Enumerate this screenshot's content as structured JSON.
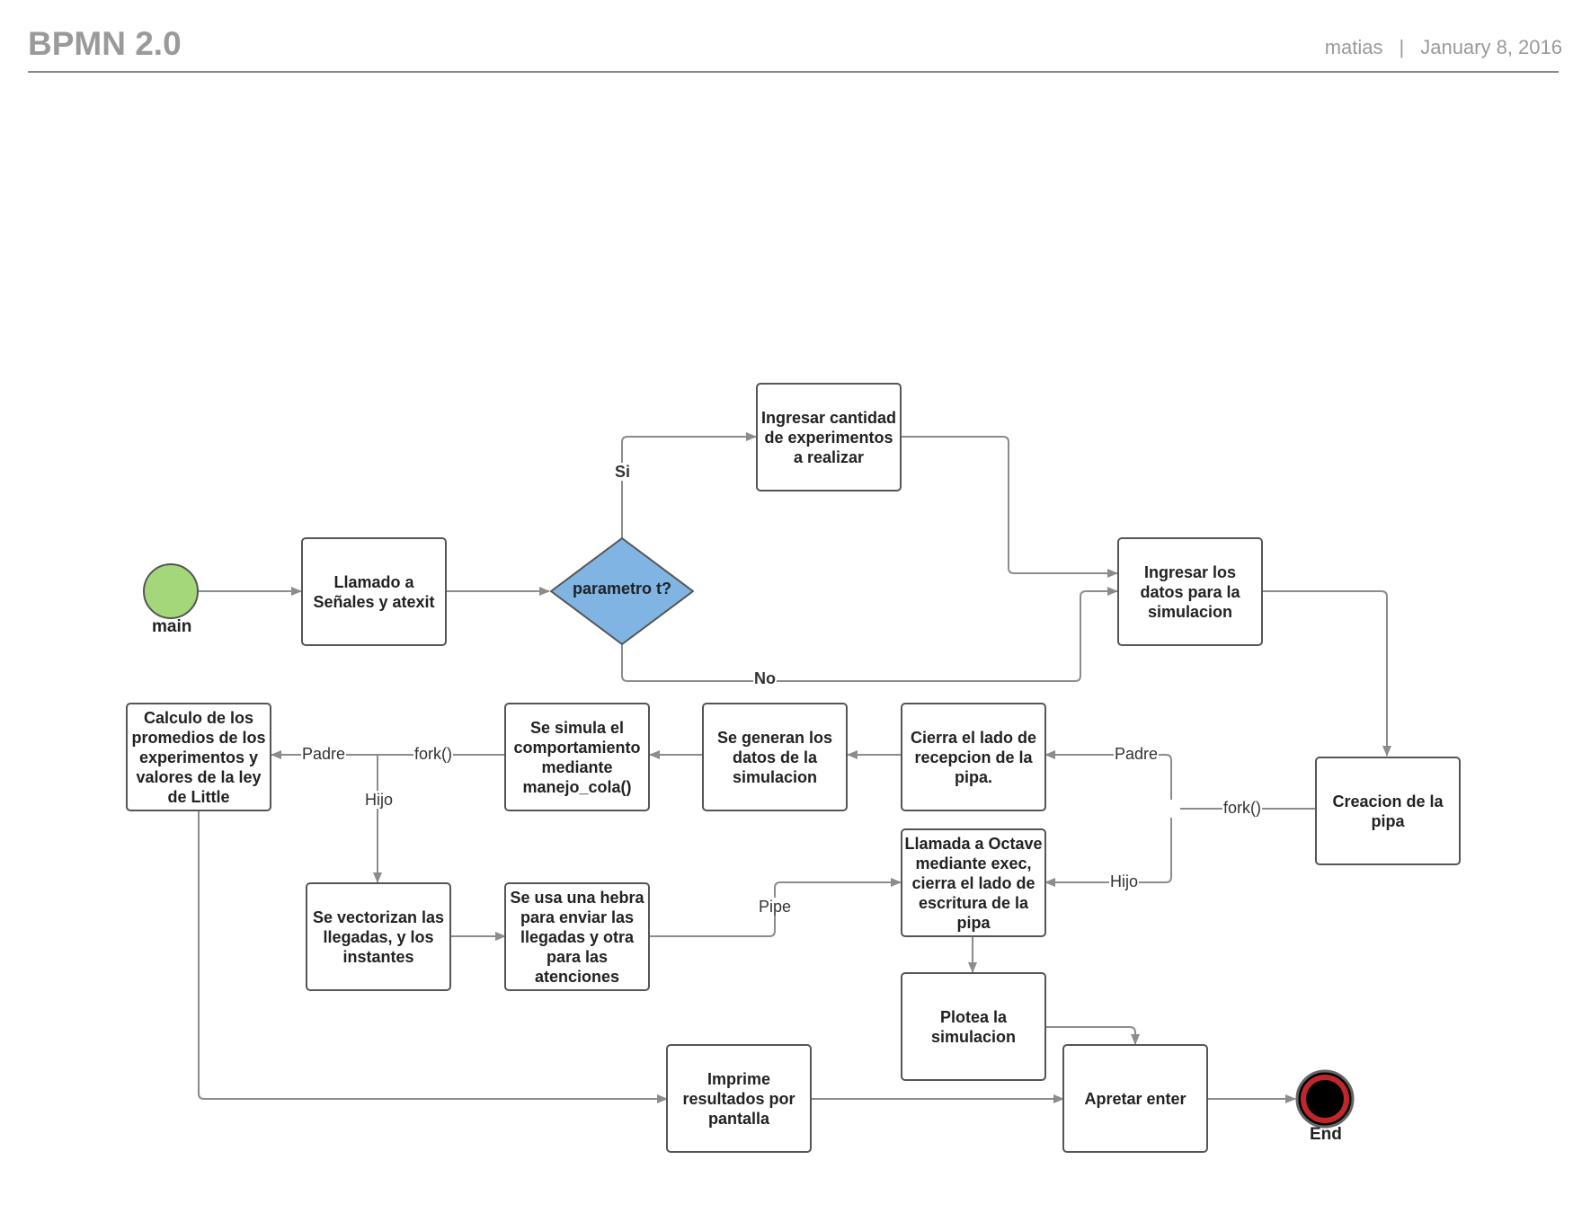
{
  "header": {
    "title": "BPMN 2.0",
    "author": "matias",
    "separator": "|",
    "date": "January 8, 2016"
  },
  "colors": {
    "start_fill": "#a4d67a",
    "gateway_fill": "#7fb4e3",
    "end_ring": "#c0272d",
    "connector": "#8c8c8c"
  },
  "events": {
    "start_label": "main",
    "end_label": "End"
  },
  "gateway": {
    "label": "parametro t?"
  },
  "tasks": {
    "llamado": "Llamado a Señales y atexit",
    "ingresar_cantidad": "Ingresar cantidad de experimentos a realizar",
    "ingresar_datos": "Ingresar los datos para la simulacion",
    "creacion_pipa": "Creacion de la pipa",
    "cierra_recepcion": "Cierra el lado de recepcion de la pipa.",
    "genera_datos": "Se generan los datos de la simulacion",
    "simula": "Se simula el comportamiento mediante manejo_cola()",
    "calculo": "Calculo de los promedios de los experimentos y valores de la ley de Little",
    "vectorizan": "Se vectorizan las llegadas, y los instantes",
    "hebra": "Se usa una hebra para enviar las llegadas y otra para las atenciones",
    "octave": "Llamada a Octave mediante exec, cierra el lado de escritura de la pipa",
    "plotea": "Plotea la simulacion",
    "imprime": "Imprime resultados por pantalla",
    "apretar": "Apretar enter"
  },
  "edge_labels": {
    "si": "Si",
    "no": "No",
    "padre_right": "Padre",
    "fork_right": "fork()",
    "hijo_right": "Hijo",
    "padre_left": "Padre",
    "fork_left": "fork()",
    "hijo_left": "Hijo",
    "pipe": "Pipe"
  }
}
